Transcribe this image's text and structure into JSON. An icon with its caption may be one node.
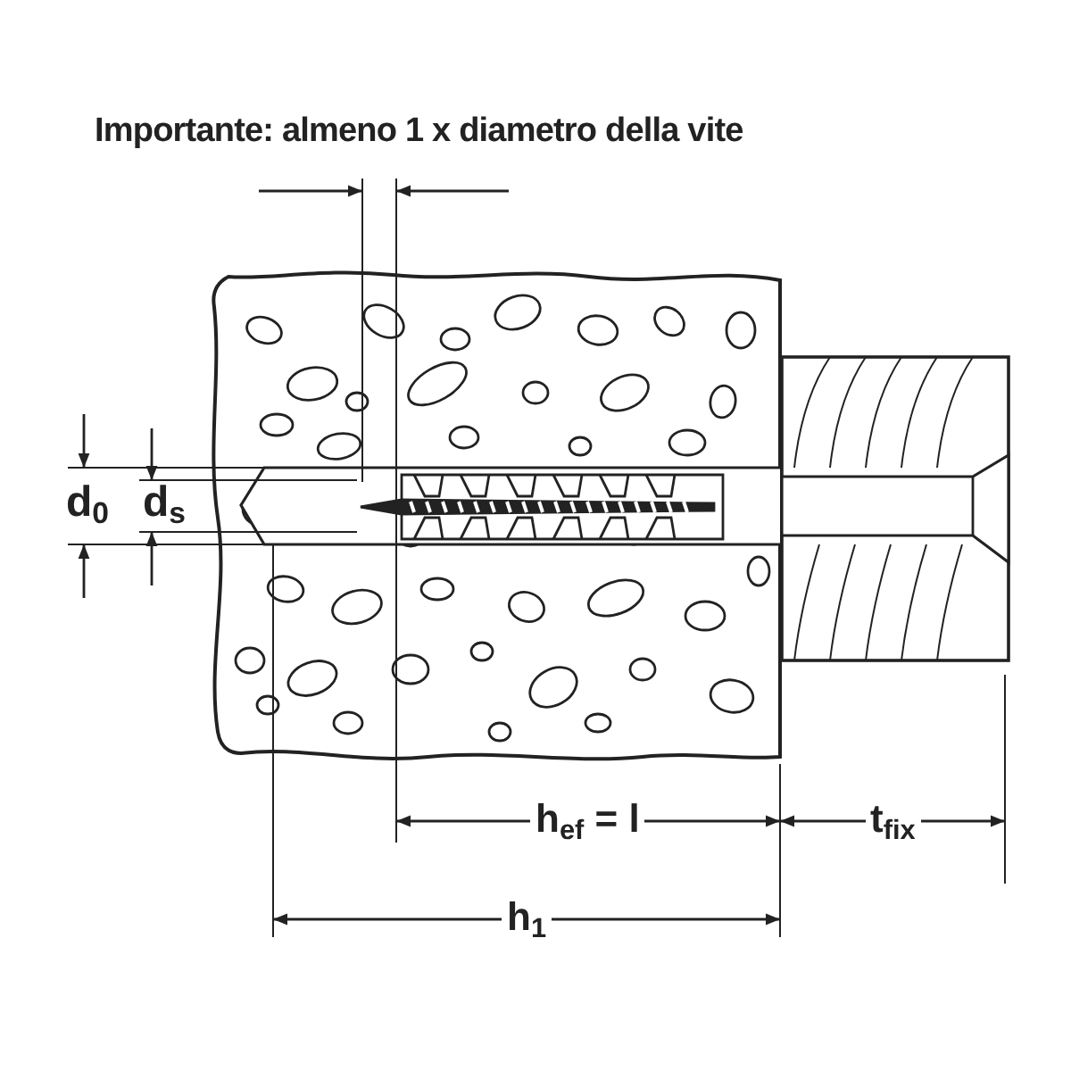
{
  "diagram": {
    "labels": [
      "Importante: almeno 1 x diametro della vite",
      "d$_{0}$",
      "d$_{s}$",
      "h$_{ef}$ = l",
      "t$_{fix}$",
      "h$_{1}$"
    ]
  }
}
